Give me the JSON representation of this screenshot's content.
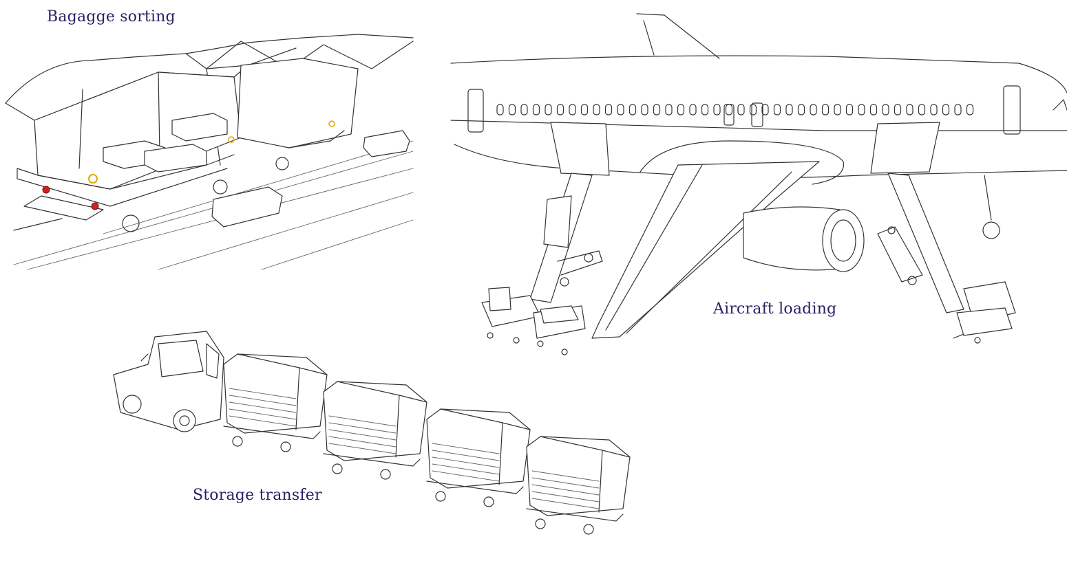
{
  "captions": {
    "baggage_sorting": "Bagagge sorting",
    "aircraft_loading": "Aircraft loading",
    "storage_transfer": "Storage transfer"
  },
  "colors": {
    "caption": "#2a1f66",
    "line": "#333333",
    "red_marker": "#cc2222",
    "yellow_marker": "#e0a800"
  }
}
